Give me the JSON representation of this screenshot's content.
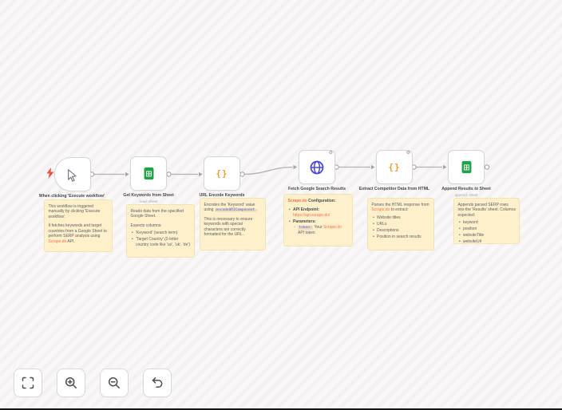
{
  "colors": {
    "sticky_bg": "#fdf0cb",
    "link_orange": "#ff6d49",
    "code_purple": "#5c5cd6",
    "sheets_green": "#1ea446",
    "globe_indigo": "#4a46dd",
    "braces_orange": "#f59a33",
    "bolt_red": "#ef4f35"
  },
  "workflow": {
    "nodes": [
      {
        "title": "When clicking 'Execute workflow'",
        "subtitle": "",
        "icon": "cursor-icon"
      },
      {
        "title": "Get Keywords from Sheet",
        "subtitle": "read: sheet",
        "icon": "google-sheets-icon"
      },
      {
        "title": "URL Encode Keywords",
        "subtitle": "",
        "icon": "code-braces-icon",
        "glyph": "{}"
      },
      {
        "title": "Fetch Google Search Results",
        "subtitle": "",
        "icon": "globe-icon"
      },
      {
        "title": "Extract Competitor Data from HTML",
        "subtitle": "",
        "icon": "code-braces-icon",
        "glyph": "{}"
      },
      {
        "title": "Append Results to Sheet",
        "subtitle": "append: sheet",
        "icon": "google-sheets-icon"
      }
    ],
    "notes": {
      "trigger": {
        "p1": "This workflow is triggered manually by clicking 'Execute workflow'.",
        "p2_a": "It fetches keywords and target countries from a Google Sheet to perform SERP analysis using ",
        "p2_link": "Scrape.do",
        "p2_b": " API."
      },
      "sheet": {
        "p1": "Reads data from the specified Google Sheet.",
        "p2": "Expects columns:",
        "li1": "'Keyword' (search term)",
        "li2": "'Target Country' (2-letter country code like 'us', 'uk', 'de')"
      },
      "encode": {
        "p1_a": "Encodes the 'Keyword' value using ",
        "p1_code": "encodeURIComponent",
        "p1_b": ".",
        "p2": "This is necessary to ensure keywords with special characters are correctly formatted for the URL."
      },
      "fetch": {
        "h_link": "Scrape.do",
        "h_b": " Configuration:",
        "li1_label": "API Endpoint:",
        "li1_link": "https://api.scrape.do/",
        "li2_label": "Parameters:",
        "sub_code": "token:",
        "sub_a": " Your ",
        "sub_link": "Scrape.do",
        "sub_b": " API token"
      },
      "extract": {
        "p1_a": "Parses the HTML response from ",
        "p1_link": "Scrape.do",
        "p1_b": " to extract:",
        "li1": "Website titles",
        "li2": "URLs",
        "li3": "Descriptions",
        "li4": "Position in search results"
      },
      "append": {
        "p1": "Appends parsed SERP rows into the 'Results' sheet. Columns expected:",
        "li1": "keyword",
        "li2": "position",
        "li3": "websiteTitle",
        "li4": "websiteUrl"
      }
    }
  },
  "toolbar": {
    "buttons": [
      {
        "name": "fit-view",
        "icon": "expand-icon"
      },
      {
        "name": "zoom-in",
        "icon": "magnifier-plus-icon"
      },
      {
        "name": "zoom-out",
        "icon": "magnifier-minus-icon"
      },
      {
        "name": "undo",
        "icon": "undo-arrow-icon"
      }
    ]
  }
}
